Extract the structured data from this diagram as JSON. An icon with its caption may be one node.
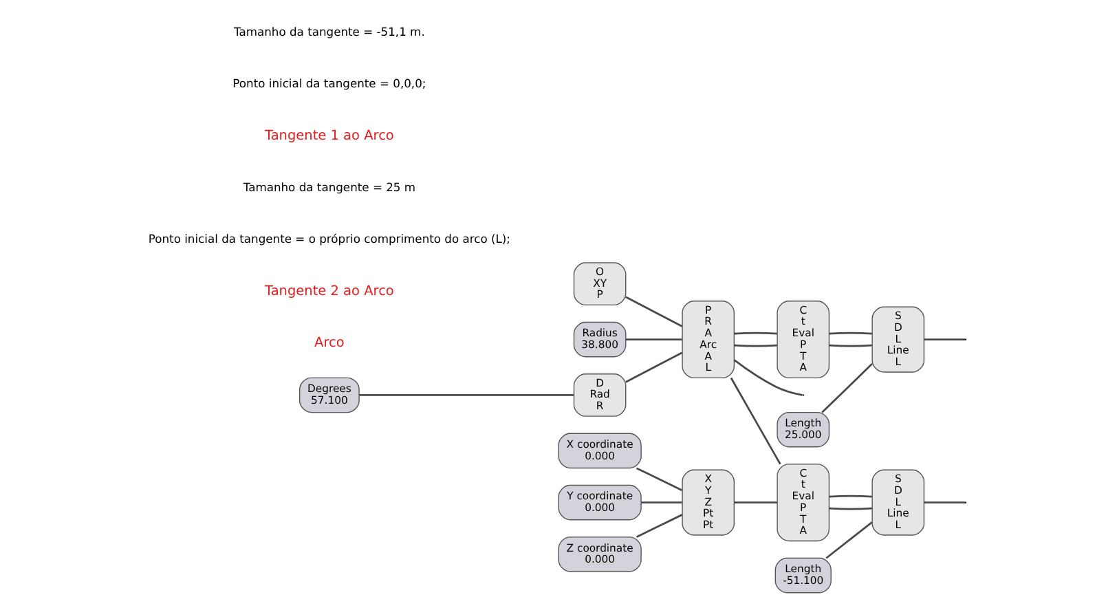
{
  "diagram": {
    "nodes": [
      {
        "text": [
          "O",
          "XY",
          "P"
        ]
      },
      {
        "text": [
          "P",
          "R",
          "A",
          "Arc",
          "A",
          "L"
        ]
      },
      {
        "text": [
          "Radius",
          "38.800"
        ]
      },
      {
        "text": [
          "Degrees",
          "57.100"
        ]
      },
      {
        "text": [
          "D",
          "Rad",
          "R"
        ]
      },
      {
        "text": [
          "C",
          "t",
          "Eval",
          "P",
          "T",
          "A"
        ]
      },
      {
        "text": [
          "S",
          "D",
          "L",
          "Line",
          "L"
        ]
      },
      {
        "text": [
          "Length",
          "25.000"
        ]
      },
      {
        "text": [
          "X coordinate",
          "0.000"
        ]
      },
      {
        "text": [
          "Y coordinate",
          "0.000"
        ]
      },
      {
        "text": [
          "Z coordinate",
          "0.000"
        ]
      },
      {
        "text": [
          "X",
          "Y",
          "Z",
          "Pt",
          "Pt"
        ]
      },
      {
        "text": [
          "C",
          "t",
          "Eval",
          "P",
          "T",
          "A"
        ]
      },
      {
        "text": [
          "S",
          "D",
          "L",
          "Line",
          "L"
        ]
      },
      {
        "text": [
          "Length",
          "-51.100"
        ]
      }
    ],
    "edges": [
      {
        "from": 0,
        "to": 1,
        "arrow": "none"
      },
      {
        "from": 2,
        "to": 1,
        "arrow": "none"
      },
      {
        "from": 3,
        "to": 4,
        "arrow": "none"
      },
      {
        "from": 4,
        "to": 1,
        "arrow": "none"
      },
      {
        "from": 1,
        "to": null,
        "arrow": "none"
      },
      {
        "from": 1,
        "to": 5,
        "arrow": "none"
      },
      {
        "from": 1,
        "to": 12,
        "arrow": "none"
      },
      {
        "from": 1,
        "to": 5,
        "arrow": "none"
      },
      {
        "from": 5,
        "to": 6,
        "arrow": "none"
      },
      {
        "from": 5,
        "to": 6,
        "arrow": "none"
      },
      {
        "from": 7,
        "to": 6,
        "arrow": "none"
      },
      {
        "from": 6,
        "to": null,
        "arrow": "none"
      },
      {
        "from": 8,
        "to": 11,
        "arrow": "none"
      },
      {
        "from": 9,
        "to": 11,
        "arrow": "none"
      },
      {
        "from": 10,
        "to": 11,
        "arrow": "none"
      },
      {
        "from": 11,
        "to": 12,
        "arrow": "none"
      },
      {
        "from": 12,
        "to": 13,
        "arrow": "none"
      },
      {
        "from": 12,
        "to": 13,
        "arrow": "none"
      },
      {
        "from": 14,
        "to": 13,
        "arrow": "none"
      },
      {
        "from": 13,
        "to": null,
        "arrow": "none"
      }
    ],
    "labels": [
      "Arco",
      "Tangente 2 ao Arco",
      "Ponto inicial da tangente = o próprio comprimento do arco (L);",
      "Tamanho da tangente = 25 m",
      "Tangente 1 ao Arco",
      "Ponto inicial da tangente = 0,0,0;",
      "Tamanho da tangente = -51,1 m."
    ]
  }
}
